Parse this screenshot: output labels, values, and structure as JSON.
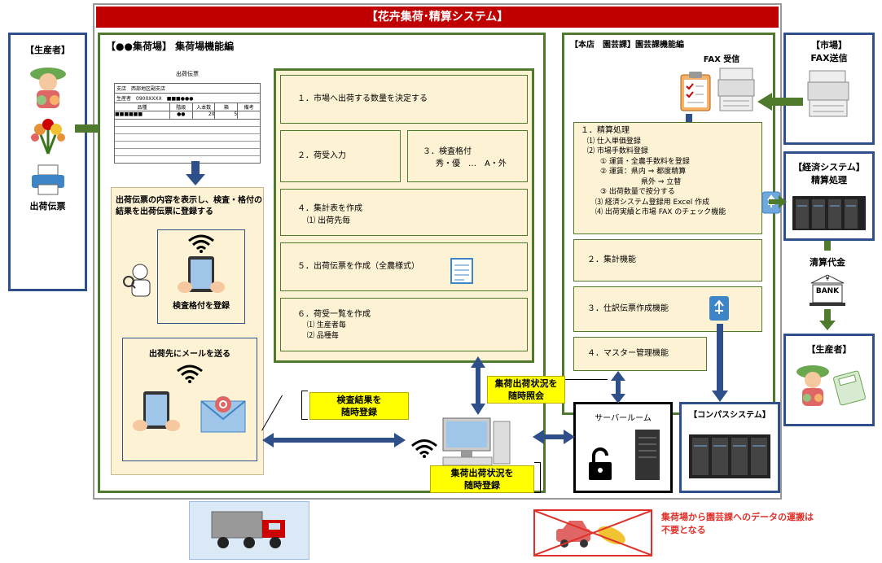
{
  "title": "【花卉集荷･精算システム】",
  "producer_left": {
    "heading": "【生産者】",
    "slip_label": "出荷伝票"
  },
  "shukaba": {
    "heading": "【●●集荷場】 集荷場機能編",
    "slip_form": {
      "title": "出荷伝票",
      "rows": [
        "支店　西部地区副支店",
        "生産者　0900XXXX　■■■●●●"
      ],
      "cols": [
        "品種",
        "階級",
        "入本数",
        "箱",
        "備考"
      ],
      "first_row": [
        "■■■■■■",
        "●●",
        "20",
        "5",
        ""
      ]
    },
    "register_text": "出荷伝票の内容を表示し、検査・格付の結果を出荷伝票に登録する",
    "tablet_caption": "検査格付を登録",
    "mail_caption": "出荷先にメールを送る",
    "steps": [
      {
        "title": "１．市場へ出荷する数量を決定する",
        "sub": []
      },
      {
        "title": "２．荷受入力",
        "sub": []
      },
      {
        "title": "３．検査格付",
        "sub": [
          "秀・優　…　A・外"
        ]
      },
      {
        "title": "４．集計表を作成",
        "sub": [
          "⑴ 出荷先毎"
        ]
      },
      {
        "title": "５．出荷伝票を作成（全農様式）",
        "sub": []
      },
      {
        "title": "６．荷受一覧を作成",
        "sub": [
          "⑴ 生産者毎",
          "⑵ 品種毎"
        ]
      }
    ]
  },
  "honten": {
    "heading": "【本店　園芸課】園芸課機能編",
    "fax_receive": "FAX 受信",
    "seisan": {
      "title": "１．精算処理",
      "lines": [
        "⑴ 仕入単価登録",
        "⑵ 市場手数料登録",
        "① 運賃・全農手数料を登録",
        "② 運賃：県内 ⇒ 都度精算",
        "県外 ⇒ 立替",
        "③ 出荷数量で按分する",
        "⑶ 経済システム登録用 Excel 作成",
        "⑷ 出荷実績と市場 FAX のチェック機能"
      ]
    },
    "shukei": "２．集計機能",
    "shiwake": "３．仕訳伝票作成機能",
    "master": "４．マスター管理機能"
  },
  "market": {
    "heading": "【市場】",
    "sub": "FAX送信"
  },
  "keizai": {
    "heading": "【経済システム】",
    "sub": "精算処理"
  },
  "seisan_daikin": "清算代金",
  "bank_label": "BANK",
  "yen_sign": "¥",
  "producer_right": {
    "heading": "【生産者】"
  },
  "compass": {
    "heading": "【コンパスシステム】"
  },
  "server_room": "サーバールーム",
  "callouts": {
    "kensa": "検査結果を\n随時登録",
    "shokai": "集荷出荷状況を\n随時照会",
    "touroku": "集荷出荷状況を\n随時登録"
  },
  "note": "集荷場から園芸課へのデータの運搬は\n不要となる",
  "colors": {
    "title_red": "#c00000",
    "frame_blue": "#2e4f8a",
    "frame_green": "#4f7a2e",
    "cream": "#fdf2d4",
    "callout_yellow": "#ffff00",
    "note_red": "#e0302a"
  }
}
